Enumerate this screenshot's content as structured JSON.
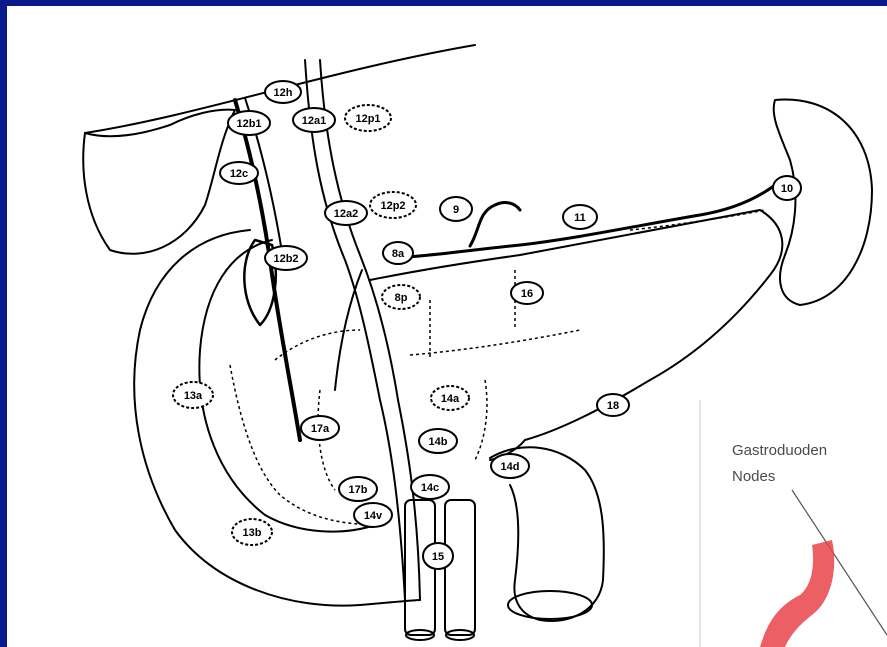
{
  "node_labels": {
    "n12h": "12h",
    "n12b1": "12b1",
    "n12a1": "12a1",
    "n12p1": "12p1",
    "n12c": "12c",
    "n12a2": "12a2",
    "n12p2": "12p2",
    "n9": "9",
    "n11": "11",
    "n10": "10",
    "n12b2": "12b2",
    "n8a": "8a",
    "n8p": "8p",
    "n16": "16",
    "n13a": "13a",
    "n14a": "14a",
    "n18": "18",
    "n17a": "17a",
    "n14b": "14b",
    "n14d": "14d",
    "n17b": "17b",
    "n14c": "14c",
    "n14v": "14v",
    "n13b": "13b",
    "n15": "15"
  },
  "inset": {
    "caption_line1": "Gastroduoden",
    "caption_line2": "Nodes"
  },
  "colors": {
    "frame": "#0a1a8a",
    "paper": "#ffffff",
    "ink": "#000000",
    "vessel_red": "#e8434a"
  }
}
